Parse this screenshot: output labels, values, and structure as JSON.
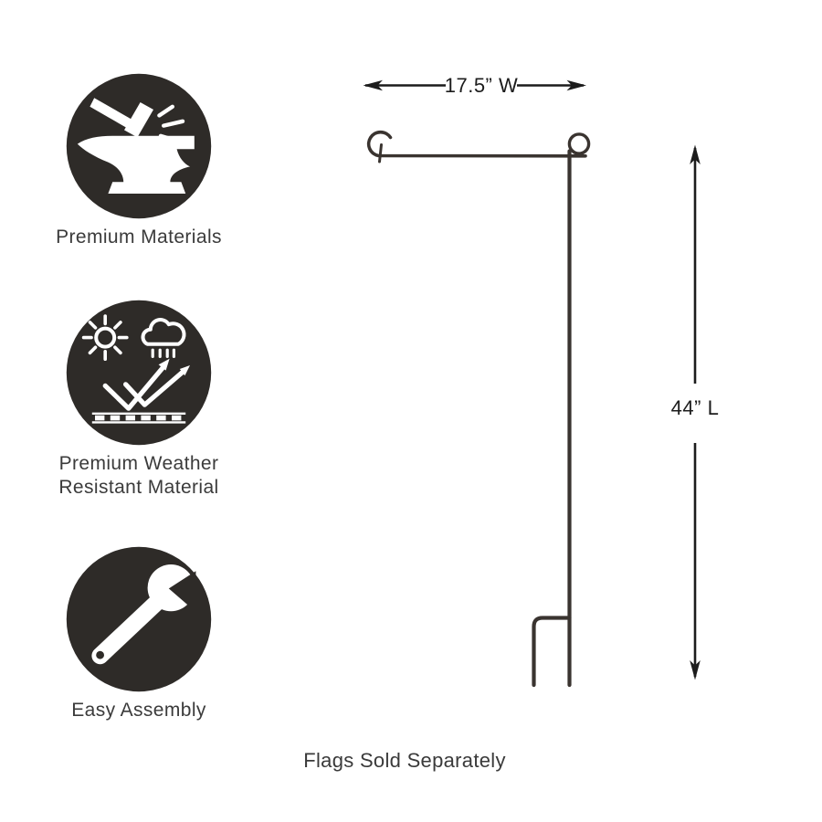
{
  "colors": {
    "background": "#ffffff",
    "icon_background": "#2e2b28",
    "icon_foreground": "#ffffff",
    "metal_stroke": "#3a3430",
    "dimension_ink": "#1c1c1c",
    "label_ink": "#3b3b3b"
  },
  "features": [
    {
      "icon": "anvil-hammer-icon",
      "label_lines": [
        "Premium Materials"
      ]
    },
    {
      "icon": "weather-resistant-icon",
      "label_lines": [
        "Premium Weather",
        "Resistant Material"
      ]
    },
    {
      "icon": "wrench-icon",
      "label_lines": [
        "Easy Assembly"
      ]
    }
  ],
  "diagram": {
    "width_label": "17.5” W",
    "length_label": "44” L"
  },
  "footer": {
    "note": "Flags Sold Separately"
  }
}
